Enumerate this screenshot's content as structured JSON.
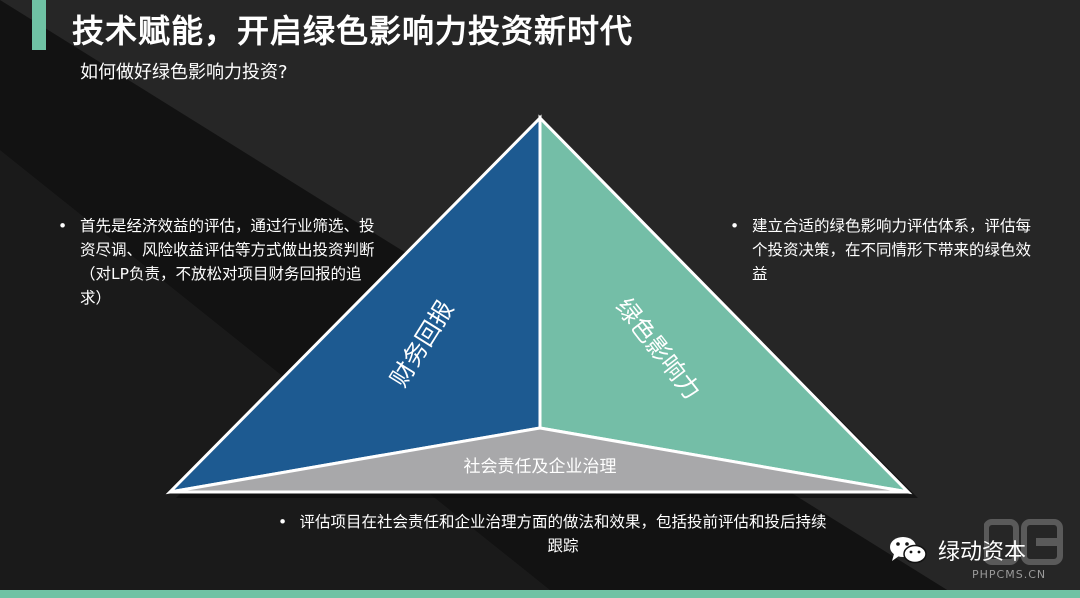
{
  "slide": {
    "title": "技术赋能，开启绿色影响力投资新时代",
    "subtitle": "如何做好绿色影响力投资?"
  },
  "left_point": {
    "bullet": "•",
    "text": "首先是经济效益的评估，通过行业筛选、投资尽调、风险收益评估等方式做出投资判断（对LP负责，不放松对项目财务回报的追求）"
  },
  "right_point": {
    "bullet": "•",
    "text": "建立合适的绿色影响力评估体系，评估每个投资决策，在不同情形下带来的绿色效益"
  },
  "bottom_point": {
    "bullet": "•",
    "text": "评估项目在社会责任和企业治理方面的做法和效果，包括投前评估和投后持续跟踪"
  },
  "triangle": {
    "left_label": "财务回报",
    "right_label": "绿色影响力",
    "base_label": "社会责任及企业治理",
    "colors": {
      "left_face": "#1d5a91",
      "right_face": "#74bea7",
      "base_face": "#a8a8aa",
      "accent": "#6fc2a4"
    }
  },
  "brand": {
    "name": "绿动资本",
    "logo_icon": "wechat-icon",
    "watermark": "PHPCMS.CN"
  }
}
